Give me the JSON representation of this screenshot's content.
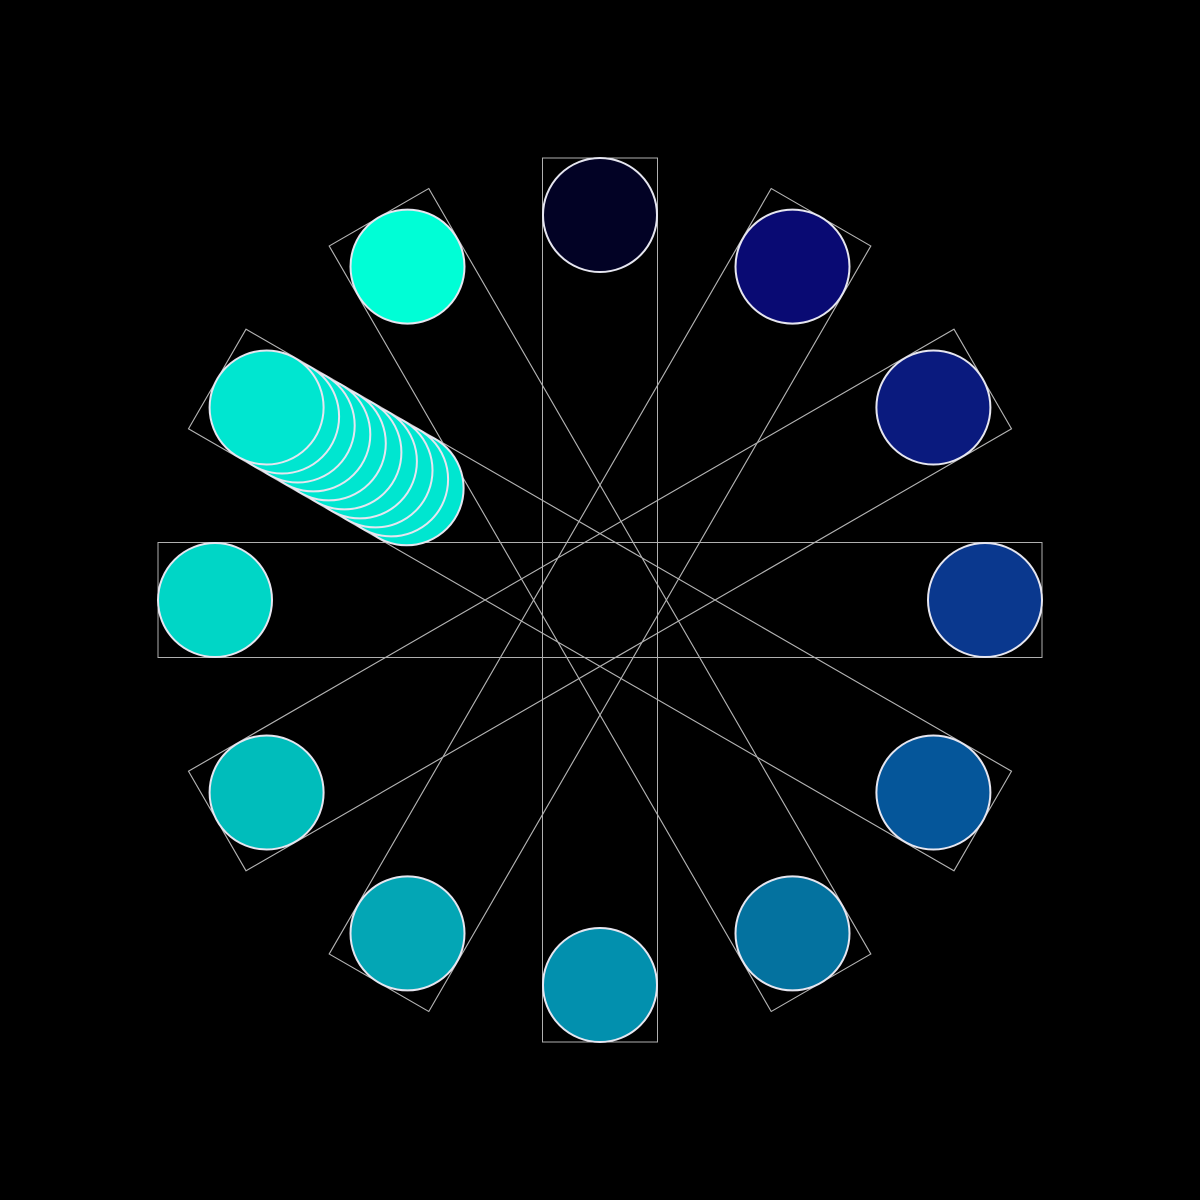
{
  "background": "#000000",
  "frame_color": "#b0b0b0",
  "outline_color": "#e6e6f0",
  "spokes": [
    {
      "id": "0",
      "color": "#020225"
    },
    {
      "id": "30",
      "color": "#090a73"
    },
    {
      "id": "60",
      "color": "#0a1a7e"
    },
    {
      "id": "90",
      "color": "#0a388e"
    },
    {
      "id": "120",
      "color": "#05569a"
    },
    {
      "id": "150",
      "color": "#04729f"
    },
    {
      "id": "180",
      "color": "#0290ae"
    },
    {
      "id": "210",
      "color": "#03a6b5"
    },
    {
      "id": "240",
      "color": "#00bdbb"
    },
    {
      "id": "270",
      "color": "#00d6c6"
    },
    {
      "id": "300",
      "color": "#00e6d0",
      "trail_count": 10,
      "trail_travel": 0.42
    },
    {
      "id": "330",
      "color": "#00fed6"
    }
  ]
}
